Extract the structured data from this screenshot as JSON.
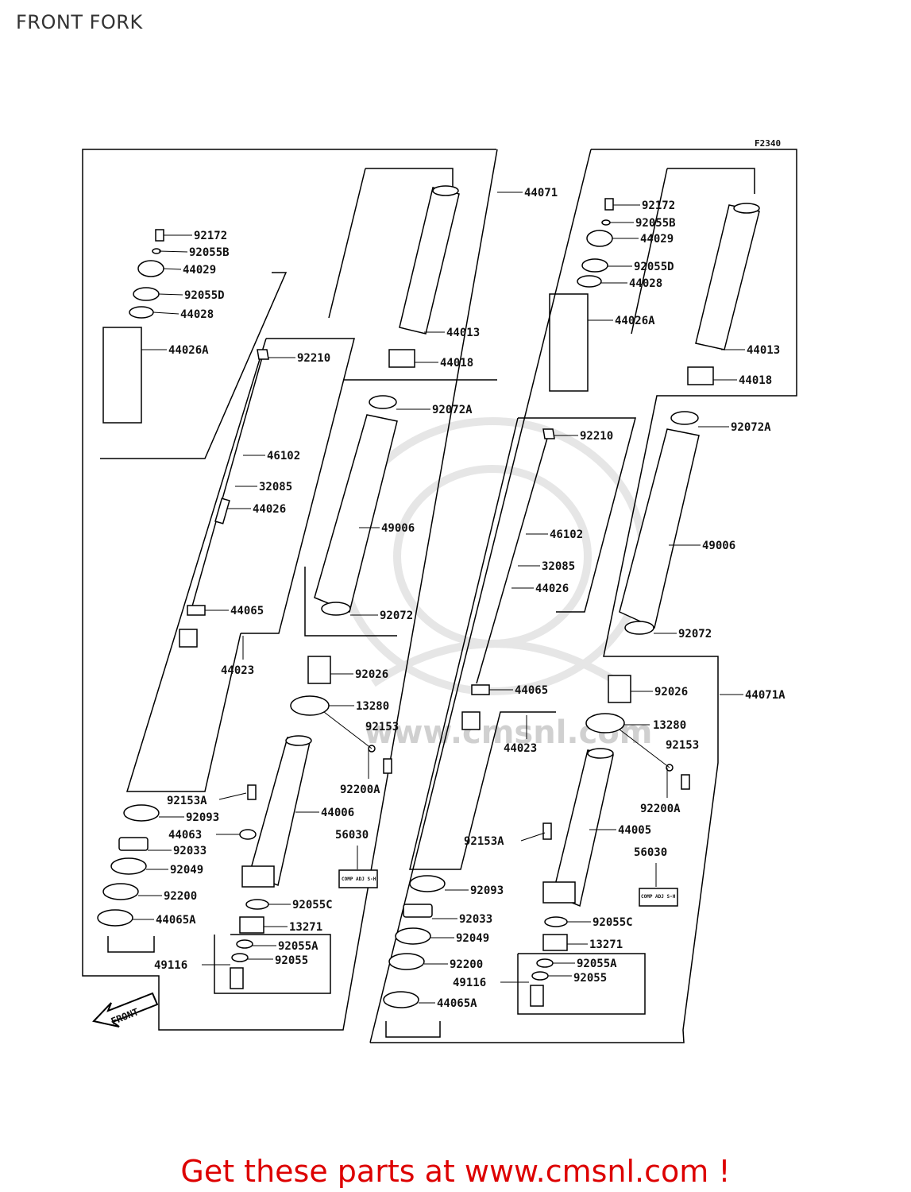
{
  "title": "FRONT FORK",
  "figure_code": "F2340",
  "cta": "Get these parts at www.cmsnl.com !",
  "watermark": "www.cmsnl.com",
  "front_label": "FRONT",
  "tag_label": "COMP ADJ S-H",
  "colors": {
    "cta": "#dd0000",
    "line": "#000000",
    "watermark": "#cfcfcf"
  },
  "left_labels": [
    "92172",
    "92055B",
    "44029",
    "92055D",
    "44028",
    "44026A",
    "92210",
    "46102",
    "32085",
    "44026",
    "44065",
    "44023",
    "44071",
    "44013",
    "44018",
    "92072A",
    "49006",
    "92072",
    "92026",
    "13280",
    "92153",
    "92200A",
    "92153A",
    "92093",
    "44063",
    "92033",
    "92049",
    "92200",
    "44065A",
    "44006",
    "56030",
    "92055C",
    "13271",
    "92055A",
    "92055",
    "49116"
  ],
  "right_labels": [
    "92172",
    "92055B",
    "44029",
    "92055D",
    "44028",
    "44026A",
    "44013",
    "44018",
    "92072A",
    "92210",
    "46102",
    "32085",
    "44026",
    "49006",
    "92072",
    "44065",
    "44023",
    "92026",
    "44071A",
    "13280",
    "92153",
    "92200A",
    "92153A",
    "44005",
    "56030",
    "92093",
    "92033",
    "92049",
    "92200",
    "44065A",
    "92055C",
    "13271",
    "92055A",
    "92055",
    "49116"
  ]
}
